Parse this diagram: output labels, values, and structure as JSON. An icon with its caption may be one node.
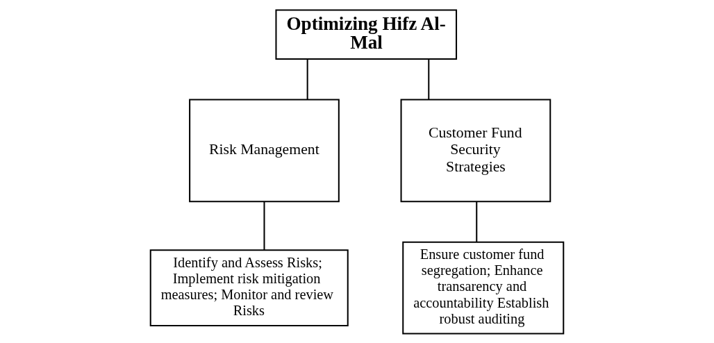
{
  "diagram": {
    "nodes": [
      {
        "text": [
          "Optimizing Hifz Al-Mal"
        ]
      },
      {
        "text": [
          "Risk Management"
        ]
      },
      {
        "text": [
          "Customer Fund Security Strategies"
        ]
      },
      {
        "text": [
          "Identify and Assess Risks; Implement risk mitigation measures; Monitor and review Risks"
        ]
      },
      {
        "text": [
          "Ensure customer fund segregation; Enhance transarency and accountability Establish robust auditing"
        ]
      }
    ],
    "edges": [
      {
        "from": 0,
        "to": 1,
        "arrow": "none"
      },
      {
        "from": 0,
        "to": 2,
        "arrow": "none"
      },
      {
        "from": 1,
        "to": 3,
        "arrow": "none"
      },
      {
        "from": 2,
        "to": 4,
        "arrow": "none"
      }
    ]
  }
}
